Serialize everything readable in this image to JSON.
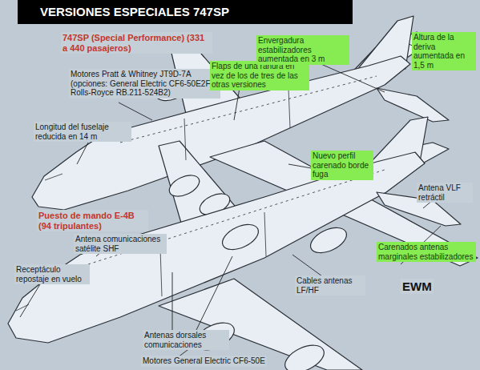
{
  "diagram": {
    "title": "VERSIONES ESPECIALES 747SP",
    "labels": [
      "747SP (Special Performance) (331 a 440 pasajeros)",
      "Motores Pratt & Whitney JT9D-7A (opciones: General Electric CF6-50E2F o Rolls-Royce RB.211-524B2)",
      "Longitud del fuselaje reducida en 14 m",
      "Flaps de una ranura en vez de los de tres de las otras versiones",
      "Envergadura estabilizadores aumentada en 3 m",
      "Altura de la deriva aumentada en 1,5 m",
      "Nuevo perfil carenado borde fuga",
      "Antena VLF retráctil",
      "Puesto de mando E-4B (94 tripulantes)",
      "Antena comunicaciones satélite SHF",
      "Receptáculo repostaje en vuelo",
      "Cables antenas LF/HF",
      "Carenados antenas marginales estabilizadores",
      "EWM",
      "Antenas dorsales comunicaciones",
      "Motores General Electric CF6-50E"
    ]
  }
}
